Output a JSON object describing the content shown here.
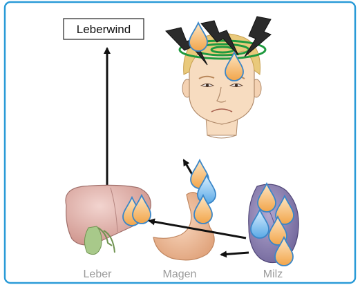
{
  "diagram": {
    "top_label": "Leberwind",
    "organ_labels": {
      "liver": "Leber",
      "stomach": "Magen",
      "spleen": "Milz"
    }
  },
  "colors": {
    "frame": "#2a9bd7",
    "arrow": "#111111",
    "label_gray": "#9a9a9a",
    "spiral_green": "#1f9a3f",
    "drop_orange": "#f2a54a",
    "drop_blue": "#5aa9e6",
    "liver": "#d9a7a0",
    "stomach": "#e8b692",
    "spleen": "#8b7fb0",
    "gallbladder": "#a8c98a",
    "skin": "#f7dcc0",
    "hair": "#e9c97b"
  },
  "icons": {
    "head": "head-face-illustration",
    "lightning": "lightning-bolt-icon",
    "drop": "water-drop-icon",
    "spiral": "wind-spiral-icon"
  }
}
